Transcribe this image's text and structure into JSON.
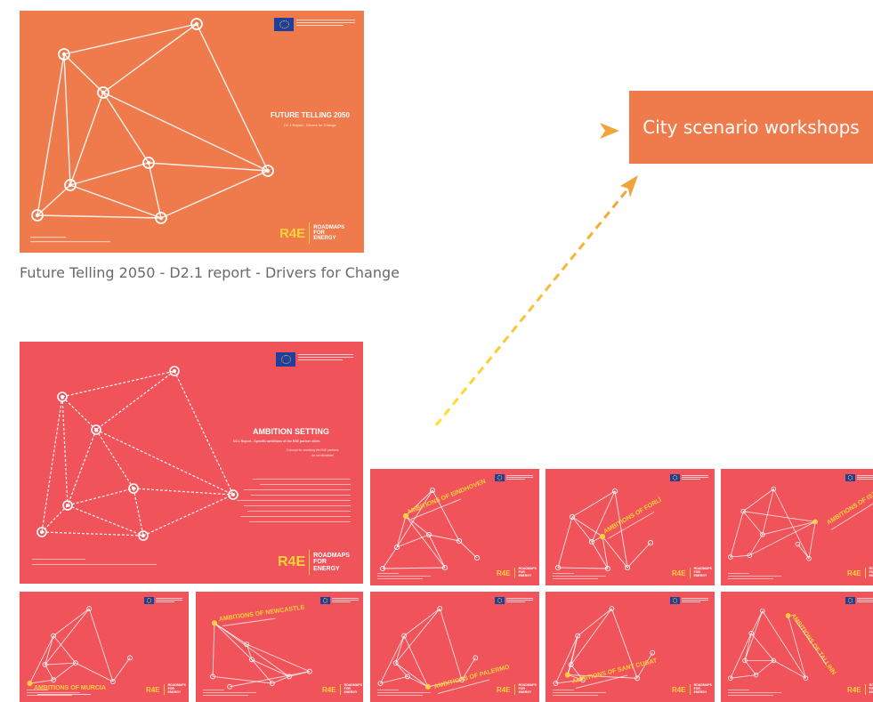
{
  "future_telling_cover": {
    "title": "FUTURE TELLING 2050",
    "subtitle": "D2.1 Report - Drivers for Change",
    "logo_mark": "R4E",
    "logo_words": [
      "ROADMAPS",
      "FOR",
      "ENERGY"
    ],
    "background": "#ef7a4c"
  },
  "future_telling_caption": "Future Telling 2050 - D2.1 report - Drivers for Change",
  "ambition_cover": {
    "title": "AMBITION SETTING",
    "subtitle": "D2.1 Report - Specific ambitions of the R4E partner cities",
    "note_line1": "Concept for checking the R4E partners",
    "note_line2": "- do not distribute!",
    "logo_mark": "R4E",
    "logo_words": [
      "ROADMAPS",
      "FOR",
      "ENERGY"
    ],
    "background": "#f0545a"
  },
  "city_box": {
    "label": "City scenario workshops",
    "background": "#ef7a4c"
  },
  "arrow_colors": {
    "start": "#ffe033",
    "end": "#f0a43a"
  },
  "city_thumbnails": [
    {
      "label": "AMBITIONS OF EINDHOVEN"
    },
    {
      "label": "AMBITIONS OF FORLÌ"
    },
    {
      "label": "AMBITIONS OF ISTANBUL"
    },
    {
      "label": "AMBITIONS OF MURCIA"
    },
    {
      "label": "AMBITIONS OF NEWCASTLE"
    },
    {
      "label": "AMBITIONS OF PALERMO"
    },
    {
      "label": "AMBITIONS OF SANT CUGAT"
    },
    {
      "label": "AMBITIONS OF TALLINN"
    }
  ],
  "thumb_logo": {
    "mark": "R4E",
    "words": [
      "ROADMAPS",
      "FOR",
      "ENERGY"
    ]
  }
}
